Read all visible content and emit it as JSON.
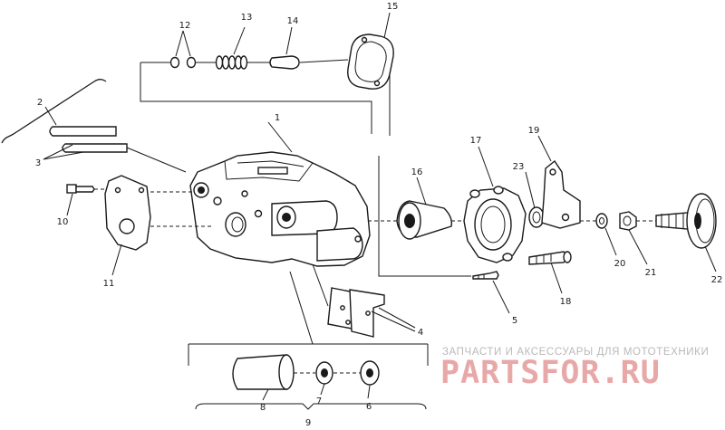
{
  "callouts": [
    "1",
    "2",
    "3",
    "4",
    "5",
    "6",
    "7",
    "8",
    "9",
    "10",
    "11",
    "12",
    "13",
    "14",
    "15",
    "16",
    "17",
    "18",
    "19",
    "20",
    "21",
    "22",
    "23"
  ],
  "watermark": {
    "subtitle": "ЗАПЧАСТИ И АКСЕССУАРЫ ДЛЯ МОТОТЕХНИКИ",
    "logo": "PARTSFOR.RU"
  },
  "colors": {
    "ink": "#1a1a1a",
    "watermark_red": "#e8a8a8",
    "watermark_gray": "#b9b9b9"
  }
}
